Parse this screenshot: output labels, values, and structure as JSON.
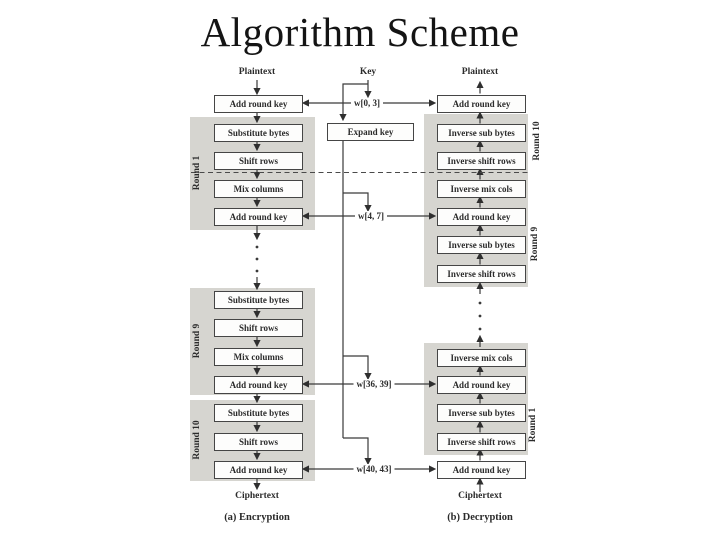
{
  "title": "Algorithm Scheme",
  "colors": {
    "shade": "#d6d5d0",
    "line": "#3a3a3a",
    "box_border": "#454545"
  },
  "encryption": {
    "input_label": "Plaintext",
    "output_label": "Ciphertext",
    "caption": "(a) Encryption",
    "rounds": [
      {
        "label": "Round 1"
      },
      {
        "label": "Round 9"
      },
      {
        "label": "Round 10"
      }
    ],
    "boxes": [
      {
        "label": "Add round key"
      },
      {
        "label": "Substitute bytes"
      },
      {
        "label": "Shift rows"
      },
      {
        "label": "Mix columns"
      },
      {
        "label": "Add round key"
      },
      {
        "label": "Substitute bytes"
      },
      {
        "label": "Shift rows"
      },
      {
        "label": "Mix columns"
      },
      {
        "label": "Add round key"
      },
      {
        "label": "Substitute bytes"
      },
      {
        "label": "Shift rows"
      },
      {
        "label": "Add round key"
      }
    ]
  },
  "key_schedule": {
    "input_label": "Key",
    "expand_label": "Expand key",
    "w_labels": [
      {
        "label": "w[0, 3]"
      },
      {
        "label": "w[4, 7]"
      },
      {
        "label": "w[36, 39]"
      },
      {
        "label": "w[40, 43]"
      }
    ]
  },
  "decryption": {
    "input_label": "Plaintext",
    "output_label": "Ciphertext",
    "caption": "(b) Decryption",
    "rounds": [
      {
        "label": "Round 10"
      },
      {
        "label": "Round 9"
      },
      {
        "label": "Round 1"
      }
    ],
    "boxes": [
      {
        "label": "Add round key"
      },
      {
        "label": "Inverse sub bytes"
      },
      {
        "label": "Inverse shift rows"
      },
      {
        "label": "Inverse mix cols"
      },
      {
        "label": "Add round key"
      },
      {
        "label": "Inverse sub bytes"
      },
      {
        "label": "Inverse shift rows"
      },
      {
        "label": "Inverse mix cols"
      },
      {
        "label": "Add round key"
      },
      {
        "label": "Inverse sub bytes"
      },
      {
        "label": "Inverse shift rows"
      },
      {
        "label": "Add round key"
      }
    ]
  }
}
